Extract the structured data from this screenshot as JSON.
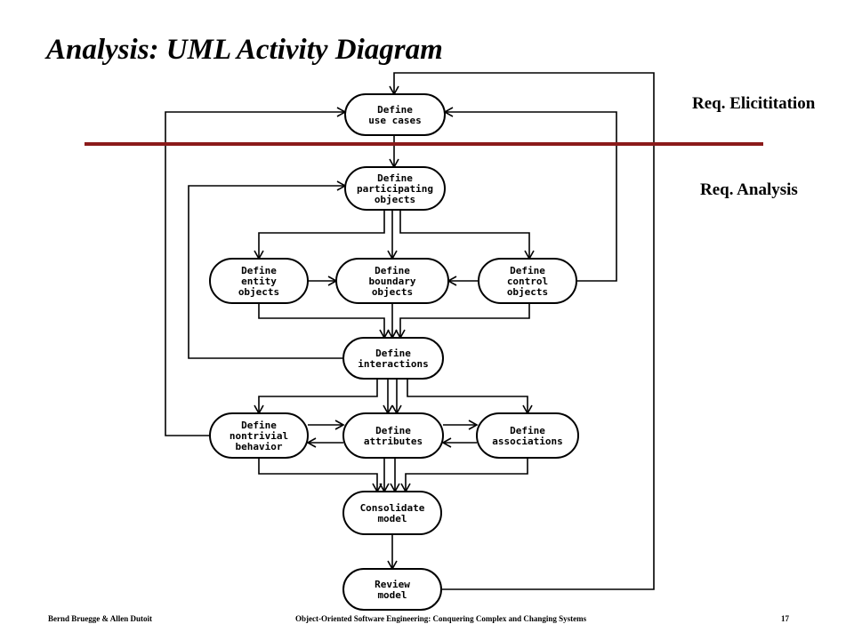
{
  "slide": {
    "title": "Analysis: UML Activity Diagram",
    "regions": {
      "elicitation": "Req. Elicititation",
      "analysis": "Req. Analysis"
    },
    "divider_color": "#8b1a1a"
  },
  "activities": [
    {
      "id": "use_cases",
      "lines": [
        "Define",
        "use cases"
      ]
    },
    {
      "id": "participating",
      "lines": [
        "Define",
        "participating",
        "objects"
      ]
    },
    {
      "id": "entity",
      "lines": [
        "Define",
        "entity",
        "objects"
      ]
    },
    {
      "id": "boundary",
      "lines": [
        "Define",
        "boundary",
        "objects"
      ]
    },
    {
      "id": "control",
      "lines": [
        "Define",
        "control",
        "objects"
      ]
    },
    {
      "id": "interactions",
      "lines": [
        "Define",
        "interactions"
      ]
    },
    {
      "id": "nontrivial",
      "lines": [
        "Define",
        "nontrivial",
        "behavior"
      ]
    },
    {
      "id": "attributes",
      "lines": [
        "Define",
        "attributes"
      ]
    },
    {
      "id": "associations",
      "lines": [
        "Define",
        "associations"
      ]
    },
    {
      "id": "consolidate",
      "lines": [
        "Consolidate",
        "model"
      ]
    },
    {
      "id": "review",
      "lines": [
        "Review",
        "model"
      ]
    }
  ],
  "footer": {
    "authors": "Bernd Bruegge & Allen Dutoit",
    "book": "Object-Oriented Software Engineering: Conquering Complex and Changing Systems",
    "page": "17"
  }
}
